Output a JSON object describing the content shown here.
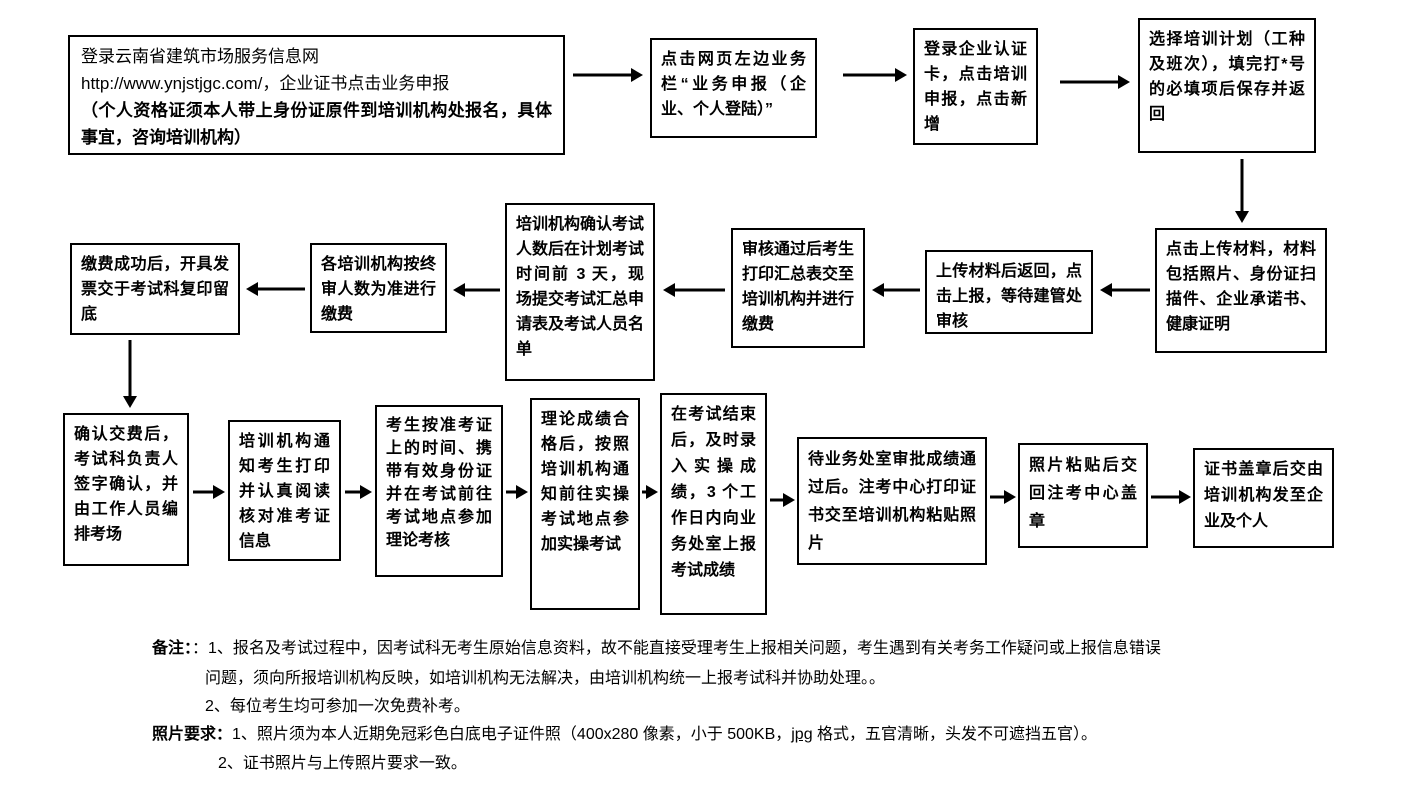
{
  "flow": {
    "login_site": {
      "text_normal": "登录云南省建筑市场服务信息网\nhttp://www.ynjstjgc.com/，企业证书点击业务申报",
      "text_bold": "（个人资格证须本人带上身份证原件到培训机构处报名，具体事宜，咨询培训机构）"
    },
    "click_menu": {
      "text": "点击网页左边业务栏“业务申报（企业、个人登陆）”"
    },
    "login_cert": {
      "text": "登录企业认证卡，点击培训申报，点击新增"
    },
    "select_plan": {
      "text": "选择培训计划（工种及班次），填完打*号的必填项后保存并返回"
    },
    "upload_materials": {
      "text": "点击上传材料，材料包括照片、身份证扫描件、企业承诺书、健康证明"
    },
    "submit_review": {
      "text": "上传材料后返回，点击上报，等待建管处审核"
    },
    "print_summary": {
      "text": "审核通过后考生打印汇总表交至培训机构并进行缴费"
    },
    "confirm_count": {
      "text": "培训机构确认考试人数后在计划考试时间前 3 天，现场提交考试汇总申请表及考试人员名单"
    },
    "org_pay": {
      "text": "各培训机构按终审人数为准进行缴费"
    },
    "invoice": {
      "text": "缴费成功后，开具发票交于考试科复印留底"
    },
    "confirm_pay": {
      "text": "确认交费后，考试科负责人签字确认，并由工作人员编排考场"
    },
    "notify_ticket": {
      "text": "培训机构通知考生打印并认真阅读核对准考证信息"
    },
    "theory_exam": {
      "text": "考生按准考证上的时间、携带有效身份证并在考试前往考试地点参加理论考核"
    },
    "practical_exam": {
      "text": "理论成绩合格后，按照培训机构通知前往实操考试地点参加实操考试"
    },
    "record_score": {
      "text": "在考试结束后，及时录入实操成绩，3 个工作日内向业务处室上报考试成绩"
    },
    "print_cert": {
      "text": "待业务处室审批成绩通过后。注考中心打印证书交至培训机构粘贴照片"
    },
    "paste_photo": {
      "text": "照片粘贴后交回注考中心盖章"
    },
    "issue_cert": {
      "text": "证书盖章后交由培训机构发至企业及个人"
    }
  },
  "notes": {
    "remark_label": "备注：",
    "remark_line1": "：1、报名及考试过程中，因考试科无考生原始信息资料，故不能直接受理考生上报相关问题，考生遇到有关考务工作疑问或上报信息错误",
    "remark_line2": "问题，须向所报培训机构反映，如培训机构无法解决，由培训机构统一上报考试科并协助处理。。",
    "remark_line3": "2、每位考生均可参加一次免费补考。",
    "photo_label": "照片要求：",
    "photo_line1_pre": "1、照片须为本人近期免冠彩色白底电子证件照（400x280 像素，小于 500KB，",
    "photo_jpg": "jpg",
    "photo_line1_post": " 格式，五官清晰，头发不可遮挡五官）。",
    "photo_line2": "2、证书照片与上传照片要求一致。"
  }
}
